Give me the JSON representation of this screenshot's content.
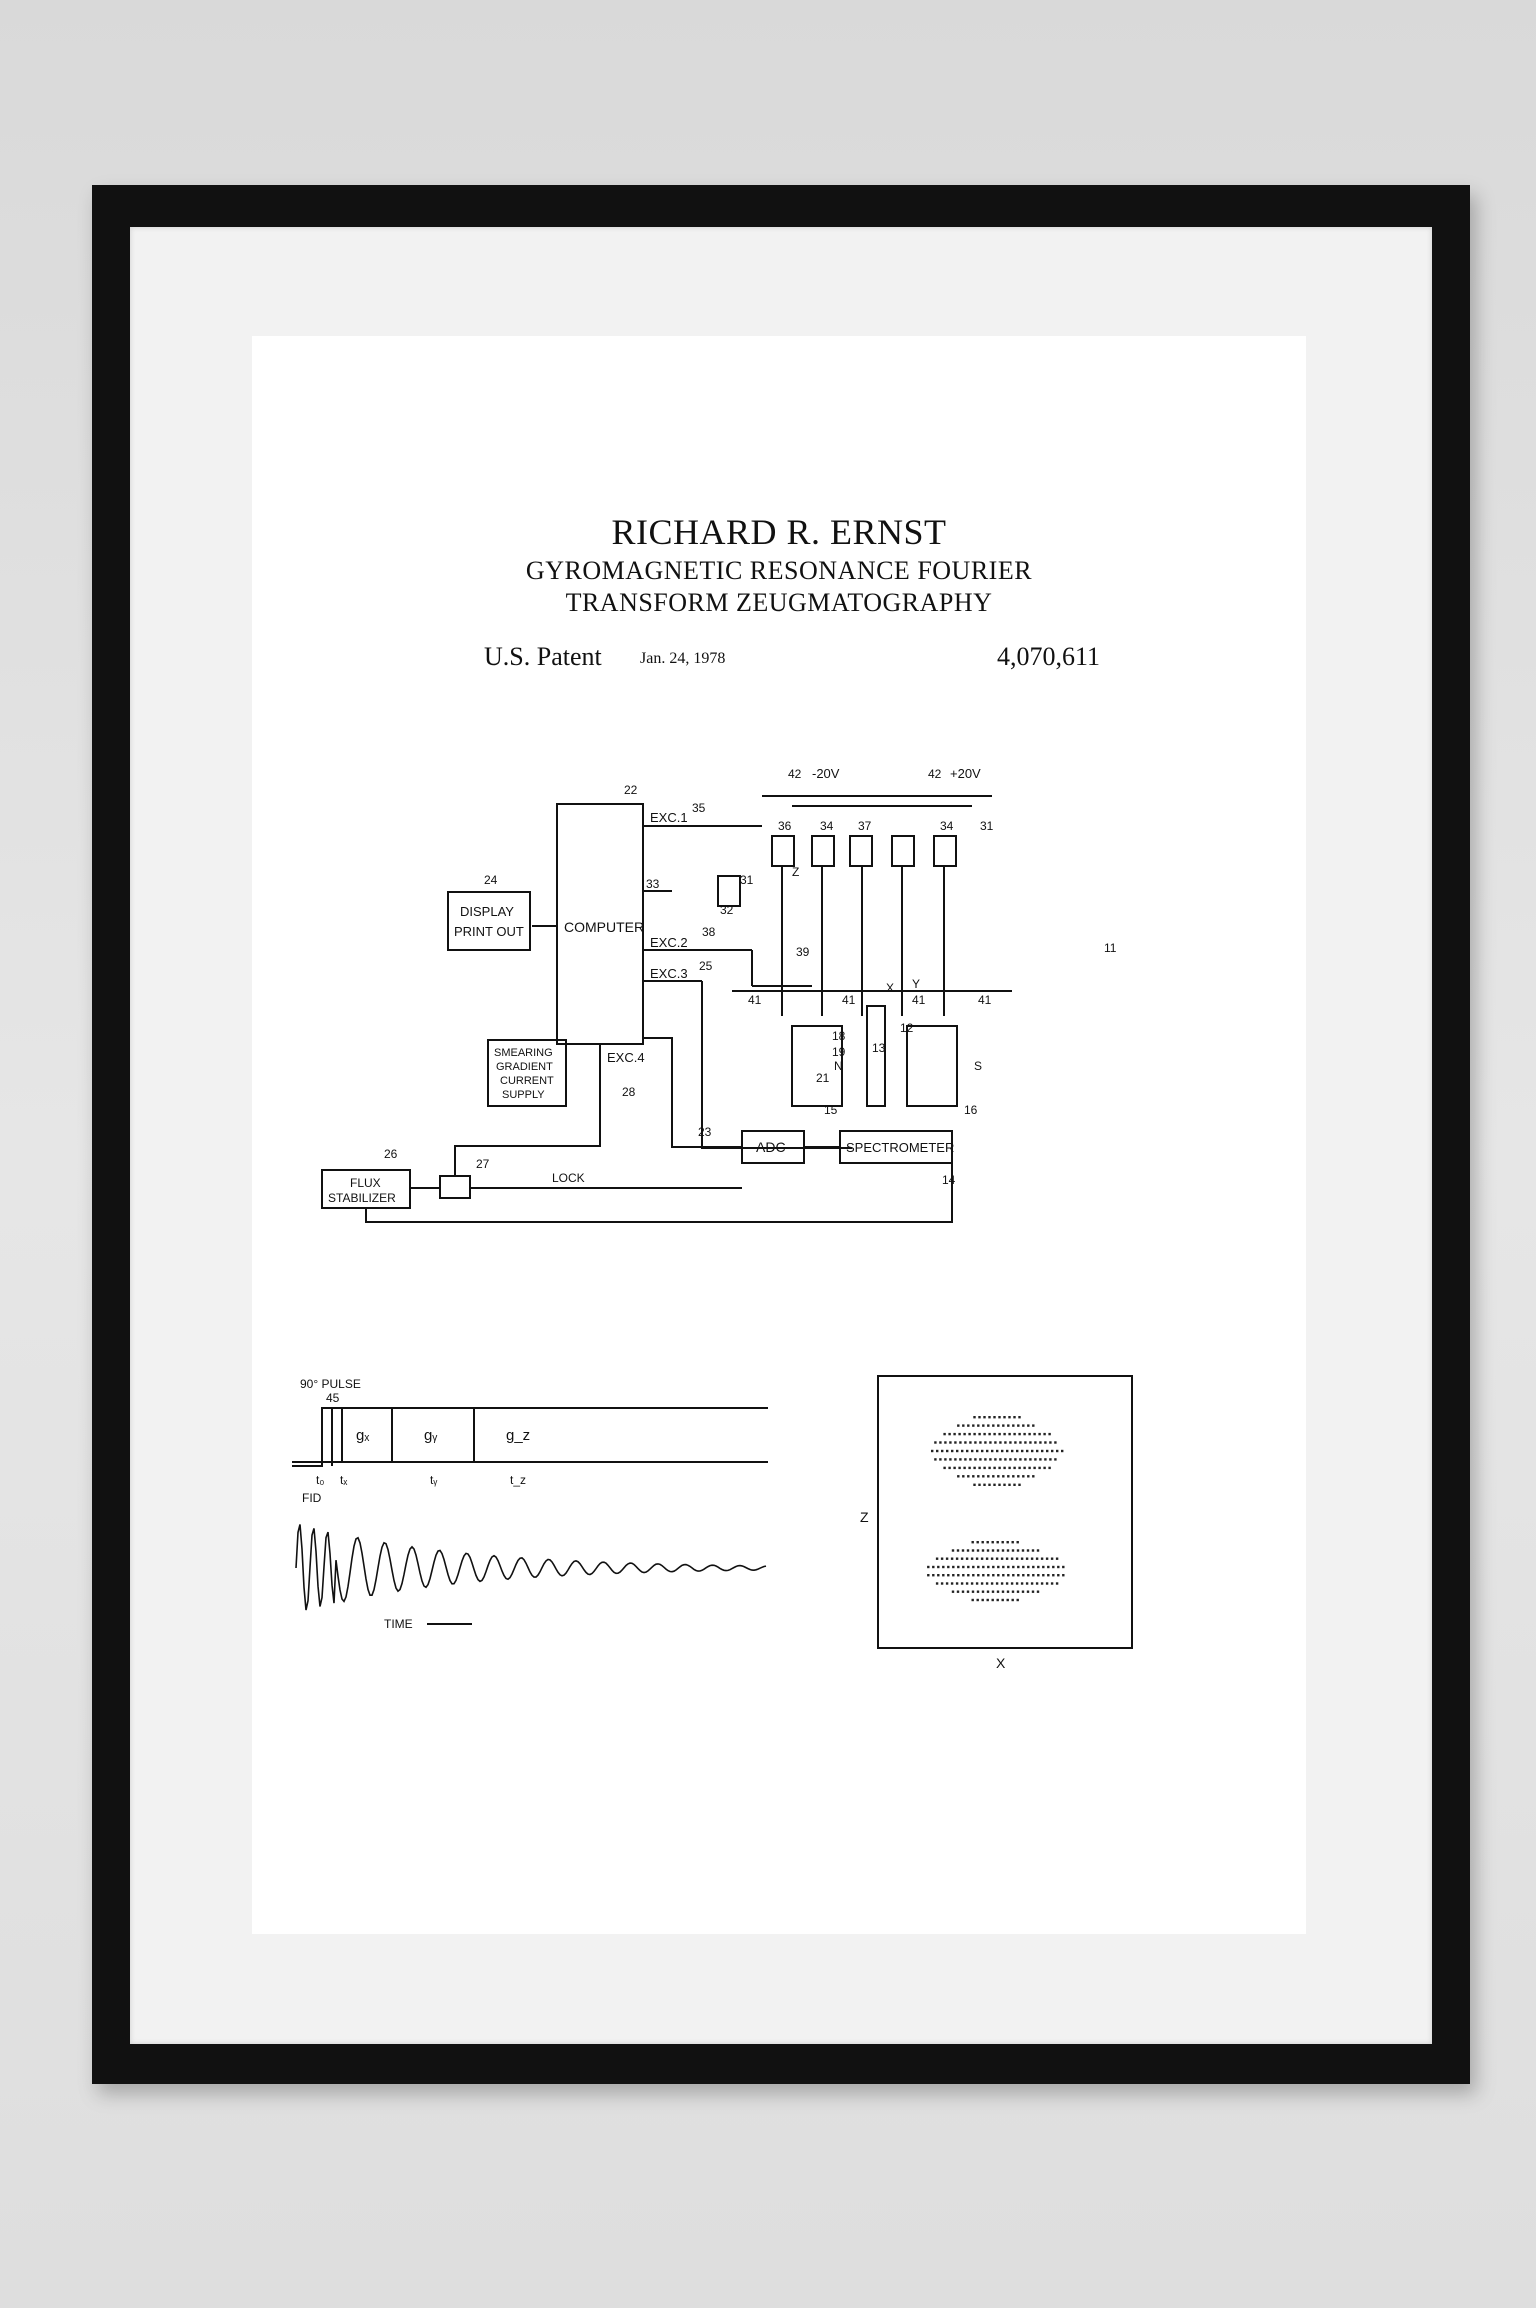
{
  "poster": {
    "inventor": "RICHARD R. ERNST",
    "title_line1": "GYROMAGNETIC RESONANCE FOURIER",
    "title_line2": "TRANSFORM ZEUGMATOGRAPHY",
    "patent_label": "U.S. Patent",
    "patent_date": "Jan. 24, 1978",
    "patent_number": "4,070,611"
  },
  "circuit": {
    "computer": "COMPUTER",
    "display_1": "DISPLAY",
    "display_2": "PRINT OUT",
    "exc1": "EXC.1",
    "exc2": "EXC.2",
    "exc3": "EXC.3",
    "exc4": "EXC.4",
    "smear_1": "SMEARING",
    "smear_2": "GRADIENT",
    "smear_3": "CURRENT",
    "smear_4": "SUPPLY",
    "adc": "ADC",
    "spectrometer": "SPECTROMETER",
    "flux_1": "FLUX",
    "flux_2": "STABILIZER",
    "lock": "LOCK",
    "v1": "-20V",
    "v2": "+20V",
    "refs": {
      "r22": "22",
      "r24": "24",
      "r26": "26",
      "r27": "27",
      "r28": "28",
      "r35": "35",
      "r33": "33",
      "r38": "38",
      "r25": "25",
      "r23": "23",
      "r42a": "42",
      "r42b": "42",
      "r36": "36",
      "r34a": "34",
      "r37": "37",
      "r34b": "34",
      "r31a": "31",
      "r31b": "31",
      "r32": "32",
      "r39": "39",
      "r41a": "41",
      "r41b": "41",
      "r41c": "41",
      "r41d": "41",
      "r11": "11",
      "r14": "14",
      "r18": "18",
      "r19": "19",
      "r21": "21",
      "r15": "15",
      "r13": "13",
      "r12": "12",
      "r16": "16",
      "rN": "N",
      "rS": "S",
      "rX": "X",
      "rY": "Y",
      "rZ": "Z"
    }
  },
  "timing": {
    "pulse": "90° PULSE",
    "ref45": "45",
    "gx": "gₓ",
    "gy": "gᵧ",
    "gz": "g_z",
    "t0": "t₀",
    "tx": "tₓ",
    "ty": "tᵧ",
    "tz": "t_z",
    "fid": "FID",
    "time": "TIME"
  },
  "image_plot": {
    "ylabel": "Z",
    "xlabel": "X"
  }
}
